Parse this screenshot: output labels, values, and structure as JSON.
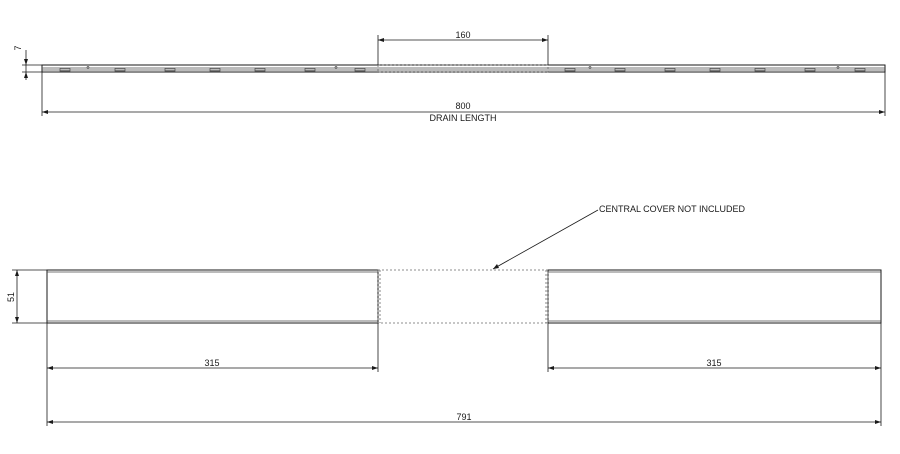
{
  "top_view": {
    "height_dim": "7",
    "cover_dim": "160",
    "length_dim": "800",
    "length_caption": "DRAIN LENGTH"
  },
  "front_view": {
    "callout": "CENTRAL COVER NOT INCLUDED",
    "height_dim": "51",
    "left_dim": "315",
    "right_dim": "315",
    "overall_dim": "791"
  }
}
